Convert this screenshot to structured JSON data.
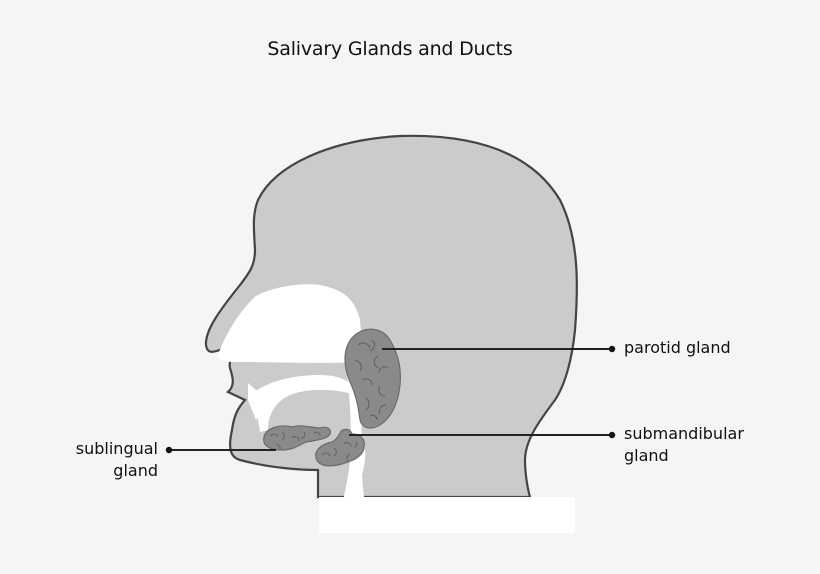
{
  "title": "Salivary Glands and Ducts",
  "labels": {
    "parotid": {
      "line1": "parotid gland"
    },
    "submandibular": {
      "line1": "submandibular",
      "line2": "gland"
    },
    "sublingual": {
      "line1": "sublingual",
      "line2": "gland"
    }
  },
  "colors": {
    "background": "#f5f5f5",
    "head_fill": "#cbcbcb",
    "outline": "#444444",
    "cavity": "#ffffff",
    "gland_fill": "#8a8a8a",
    "gland_stroke": "#6a6a6a",
    "leader_line": "#222222"
  }
}
